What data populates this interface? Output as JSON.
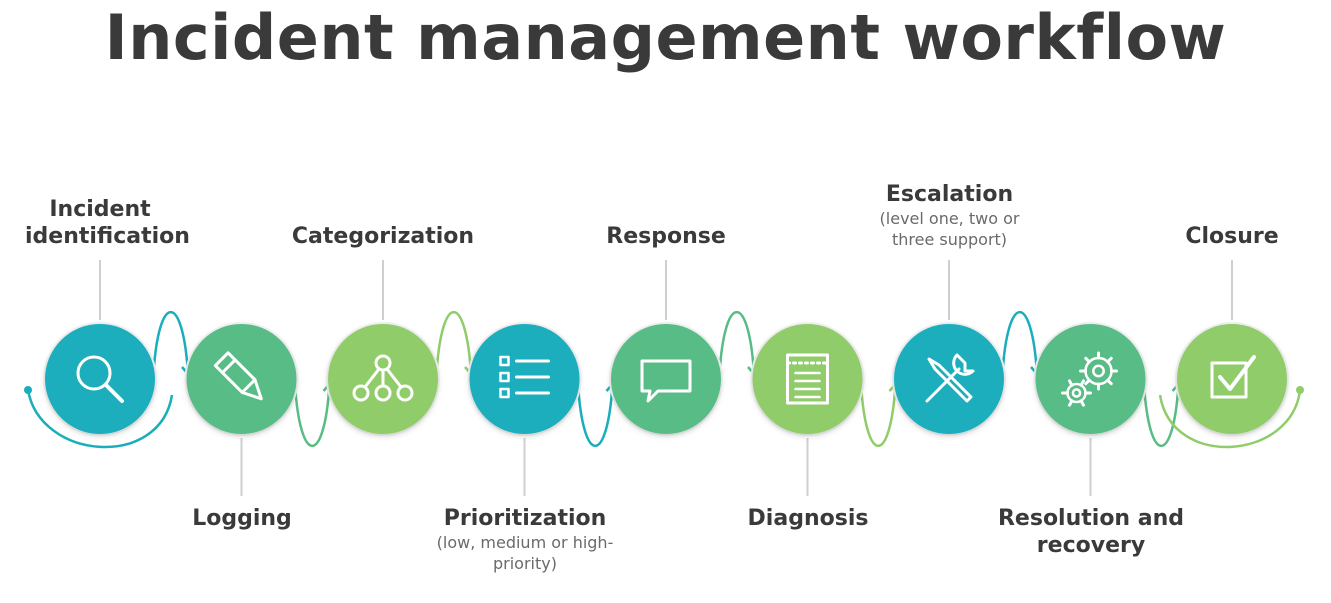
{
  "title": "Incident management workflow",
  "colors": {
    "teal": "#1aaebc",
    "green": "#59bc86",
    "light_green": "#90cc6a",
    "text": "#3a3a3a",
    "connector": "#cfcfcf"
  },
  "steps": [
    {
      "label": "Incident identification",
      "sub": "",
      "icon": "search-icon",
      "color": "teal"
    },
    {
      "label": "Logging",
      "sub": "",
      "icon": "pen-icon",
      "color": "green"
    },
    {
      "label": "Categorization",
      "sub": "",
      "icon": "hierarchy-icon",
      "color": "light_green"
    },
    {
      "label": "Prioritization",
      "sub": "(low, medium or high-priority)",
      "icon": "list-icon",
      "color": "teal"
    },
    {
      "label": "Response",
      "sub": "",
      "icon": "speech-bubble-icon",
      "color": "green"
    },
    {
      "label": "Diagnosis",
      "sub": "",
      "icon": "notepad-icon",
      "color": "light_green"
    },
    {
      "label": "Escalation",
      "sub": "(level one, two or three support)",
      "icon": "tools-icon",
      "color": "teal"
    },
    {
      "label": "Resolution and recovery",
      "sub": "",
      "icon": "gears-icon",
      "color": "green"
    },
    {
      "label": "Closure",
      "sub": "",
      "icon": "checkbox-icon",
      "color": "light_green"
    }
  ]
}
